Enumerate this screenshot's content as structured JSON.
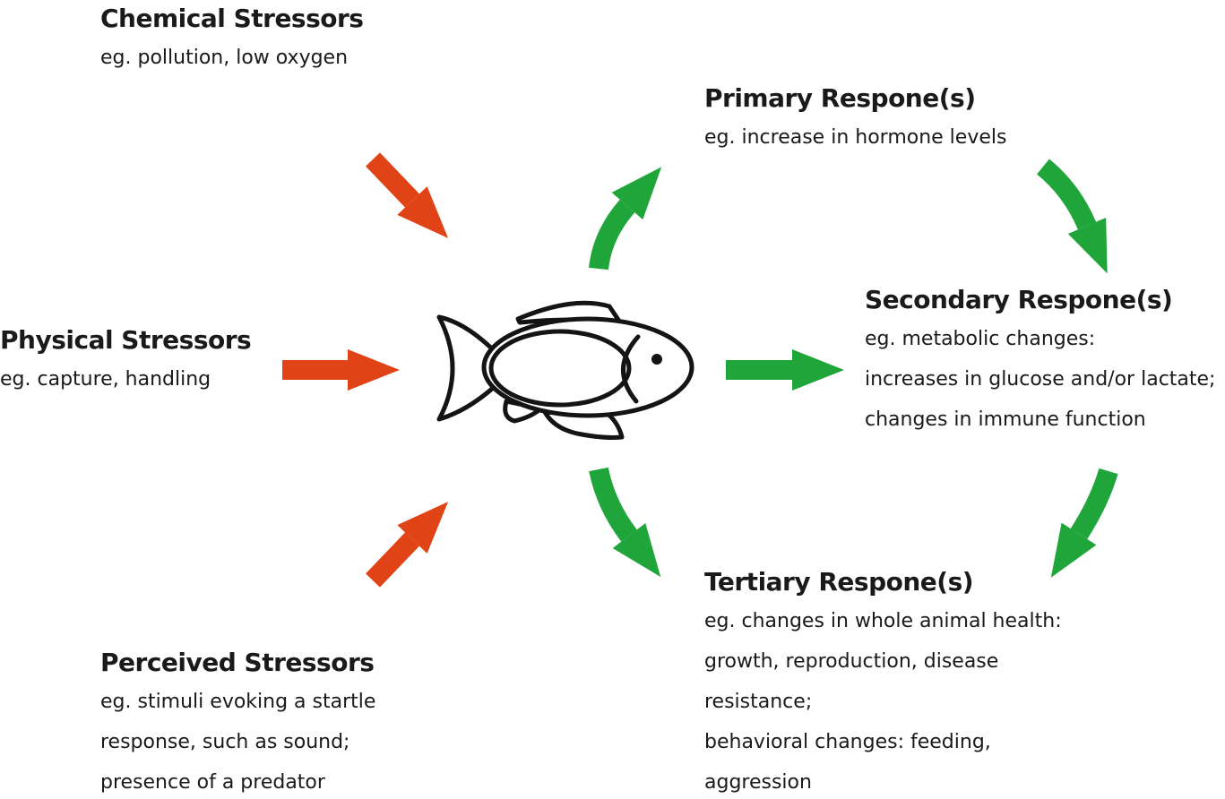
{
  "colors": {
    "stressor_arrow": "#e04416",
    "response_arrow": "#1fa53a",
    "text": "#1a1a1a",
    "fish_outline": "#141414"
  },
  "icons": {
    "center": "fish-icon",
    "stressor_arrows": "arrow-icon",
    "response_arrows": "curved-arrow-icon"
  },
  "stressors": {
    "chemical": {
      "title": "Chemical Stressors",
      "lines": [
        "eg. pollution, low oxygen"
      ]
    },
    "physical": {
      "title": "Physical Stressors",
      "lines": [
        "eg. capture, handling"
      ]
    },
    "perceived": {
      "title": "Perceived Stressors",
      "lines": [
        "eg. stimuli evoking a startle",
        "response, such as sound;",
        "presence of a predator"
      ]
    }
  },
  "responses": {
    "primary": {
      "title": "Primary Respone(s)",
      "lines": [
        "eg. increase in hormone levels"
      ]
    },
    "secondary": {
      "title": "Secondary Respone(s)",
      "lines": [
        "eg. metabolic changes:",
        "increases in glucose and/or lactate;",
        "changes in immune function"
      ]
    },
    "tertiary": {
      "title": "Tertiary Respone(s)",
      "lines": [
        "eg. changes in whole animal health:",
        "growth, reproduction, disease",
        "resistance;",
        "behavioral changes: feeding,",
        "aggression"
      ]
    }
  }
}
